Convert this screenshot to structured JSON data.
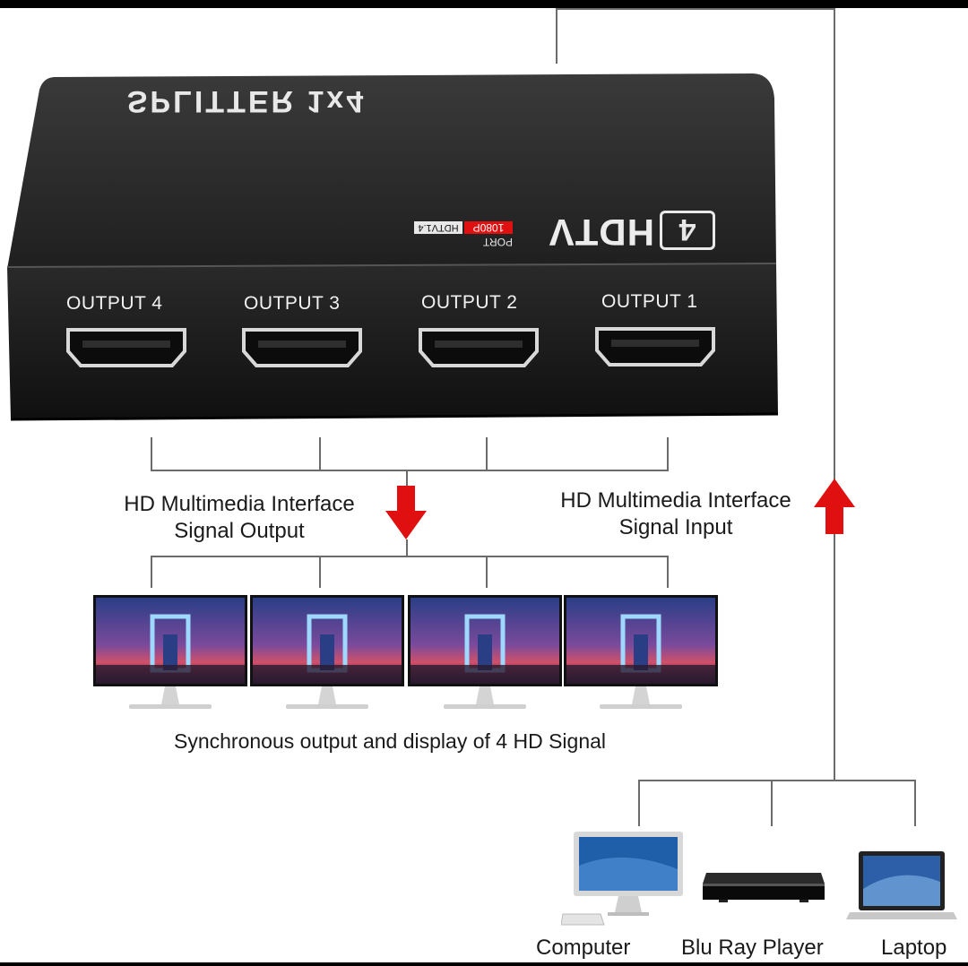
{
  "device": {
    "top_text": "SPLITTER 1x4",
    "badge_num": "4",
    "badge_word": "HDTV",
    "badge_port": "PORT",
    "badge_res": "1080P",
    "badge_ver": "HDTV1.4",
    "outputs": [
      "OUTPUT 4",
      "OUTPUT 3",
      "OUTPUT 2",
      "OUTPUT 1"
    ]
  },
  "labels": {
    "output_line1": "HD Multimedia Interface",
    "output_line2": "Signal Output",
    "input_line1": "HD Multimedia Interface",
    "input_line2": "Signal Input",
    "sync_caption": "Synchronous output and display of 4 HD Signal"
  },
  "sources": [
    "Computer",
    "Blu Ray Player",
    "Laptop"
  ],
  "colors": {
    "arrow": "#e01010",
    "device": "#1c1c1c",
    "wire": "#6b6b6b"
  }
}
